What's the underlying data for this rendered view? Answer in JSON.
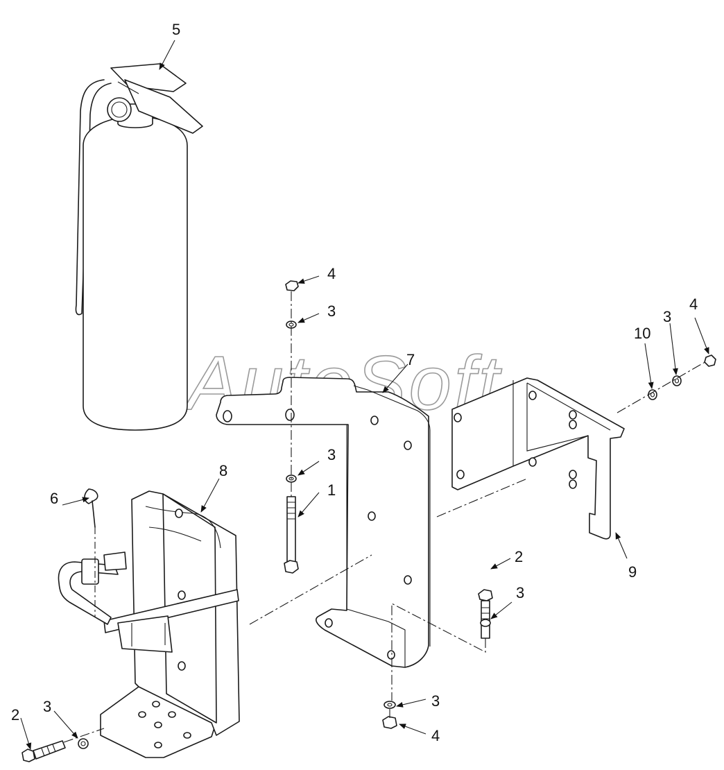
{
  "watermark": "AutoSoft",
  "callouts": {
    "c1": "1",
    "c2a": "2",
    "c2b": "2",
    "c3a": "3",
    "c3b": "3",
    "c3c": "3",
    "c3d": "3",
    "c3e": "3",
    "c3f": "3",
    "c4a": "4",
    "c4b": "4",
    "c4c": "4",
    "c5": "5",
    "c6": "6",
    "c7": "7",
    "c8": "8",
    "c9": "9",
    "c10": "10"
  },
  "colors": {
    "line": "#1a1a1a",
    "watermark": "#9a9a9a",
    "background": "#ffffff"
  }
}
